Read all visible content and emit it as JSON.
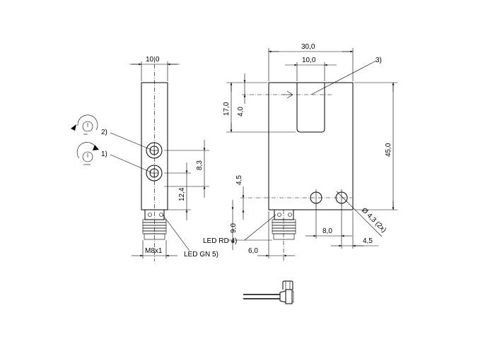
{
  "side_view": {
    "width_label": "10,0",
    "dim_8_3": "8,3",
    "dim_12_4": "12,4",
    "thread_label": "M8x1",
    "callout_2": "2)",
    "callout_1": "1)",
    "led_gn_label": "LED GN 5)"
  },
  "front_view": {
    "width_30": "30,0",
    "width_10": "10,0",
    "callout_3": "3)",
    "dim_17": "17,0",
    "dim_4": "4,0",
    "dim_45": "45,0",
    "dim_4_5_left": "4,5",
    "dim_9": "9,0",
    "dim_6": "6,0",
    "dim_8": "8,0",
    "dim_4_5_right": "4,5",
    "hole_label": "Ø 4,3 (2x)",
    "led_rd_label": "LED RD 4)"
  }
}
